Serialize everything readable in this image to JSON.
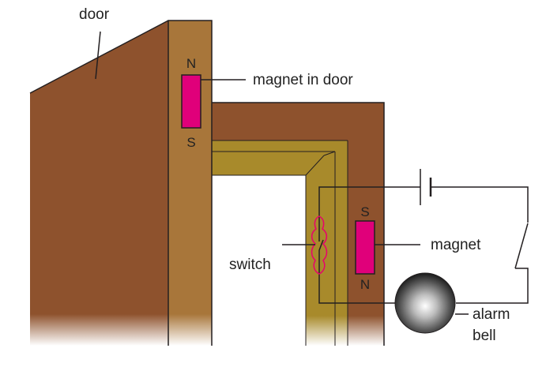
{
  "labels": {
    "door": "door",
    "magnet_in_door": "magnet in door",
    "magnet": "magnet",
    "switch": "switch",
    "alarm_bell_line1": "alarm",
    "alarm_bell_line2": "bell"
  },
  "poles": {
    "door_magnet_top": "N",
    "door_magnet_bottom": "S",
    "frame_magnet_top": "S",
    "frame_magnet_bottom": "N"
  },
  "colors": {
    "door_brown": "#8e522d",
    "frame_brown": "#8e522d",
    "door_edge": "#a8763a",
    "frame_lining": "#a88a2b",
    "magnet_pink": "#e0007a",
    "outline": "#231f20"
  }
}
